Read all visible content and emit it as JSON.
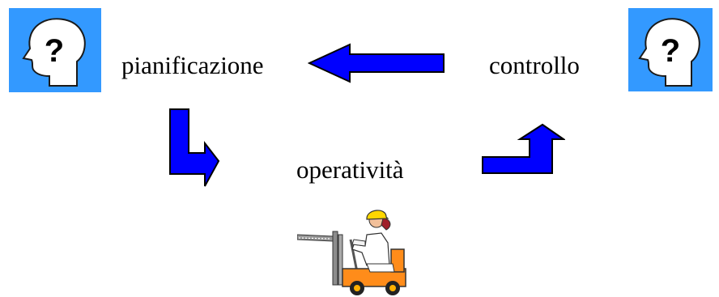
{
  "labels": {
    "planning": "pianificazione",
    "control": "controllo",
    "operations": "operatività"
  },
  "icons": {
    "left_head": "head-question-icon",
    "right_head": "head-question-icon",
    "arrow_to_planning": "arrow-left-icon",
    "arrow_to_operations": "arrow-down-right-icon",
    "arrow_to_control": "arrow-up-right-icon",
    "worker": "forklift-worker-icon"
  },
  "colors": {
    "head_background": "#3399ff",
    "arrow_fill": "#0000ff",
    "text": "#000000"
  }
}
